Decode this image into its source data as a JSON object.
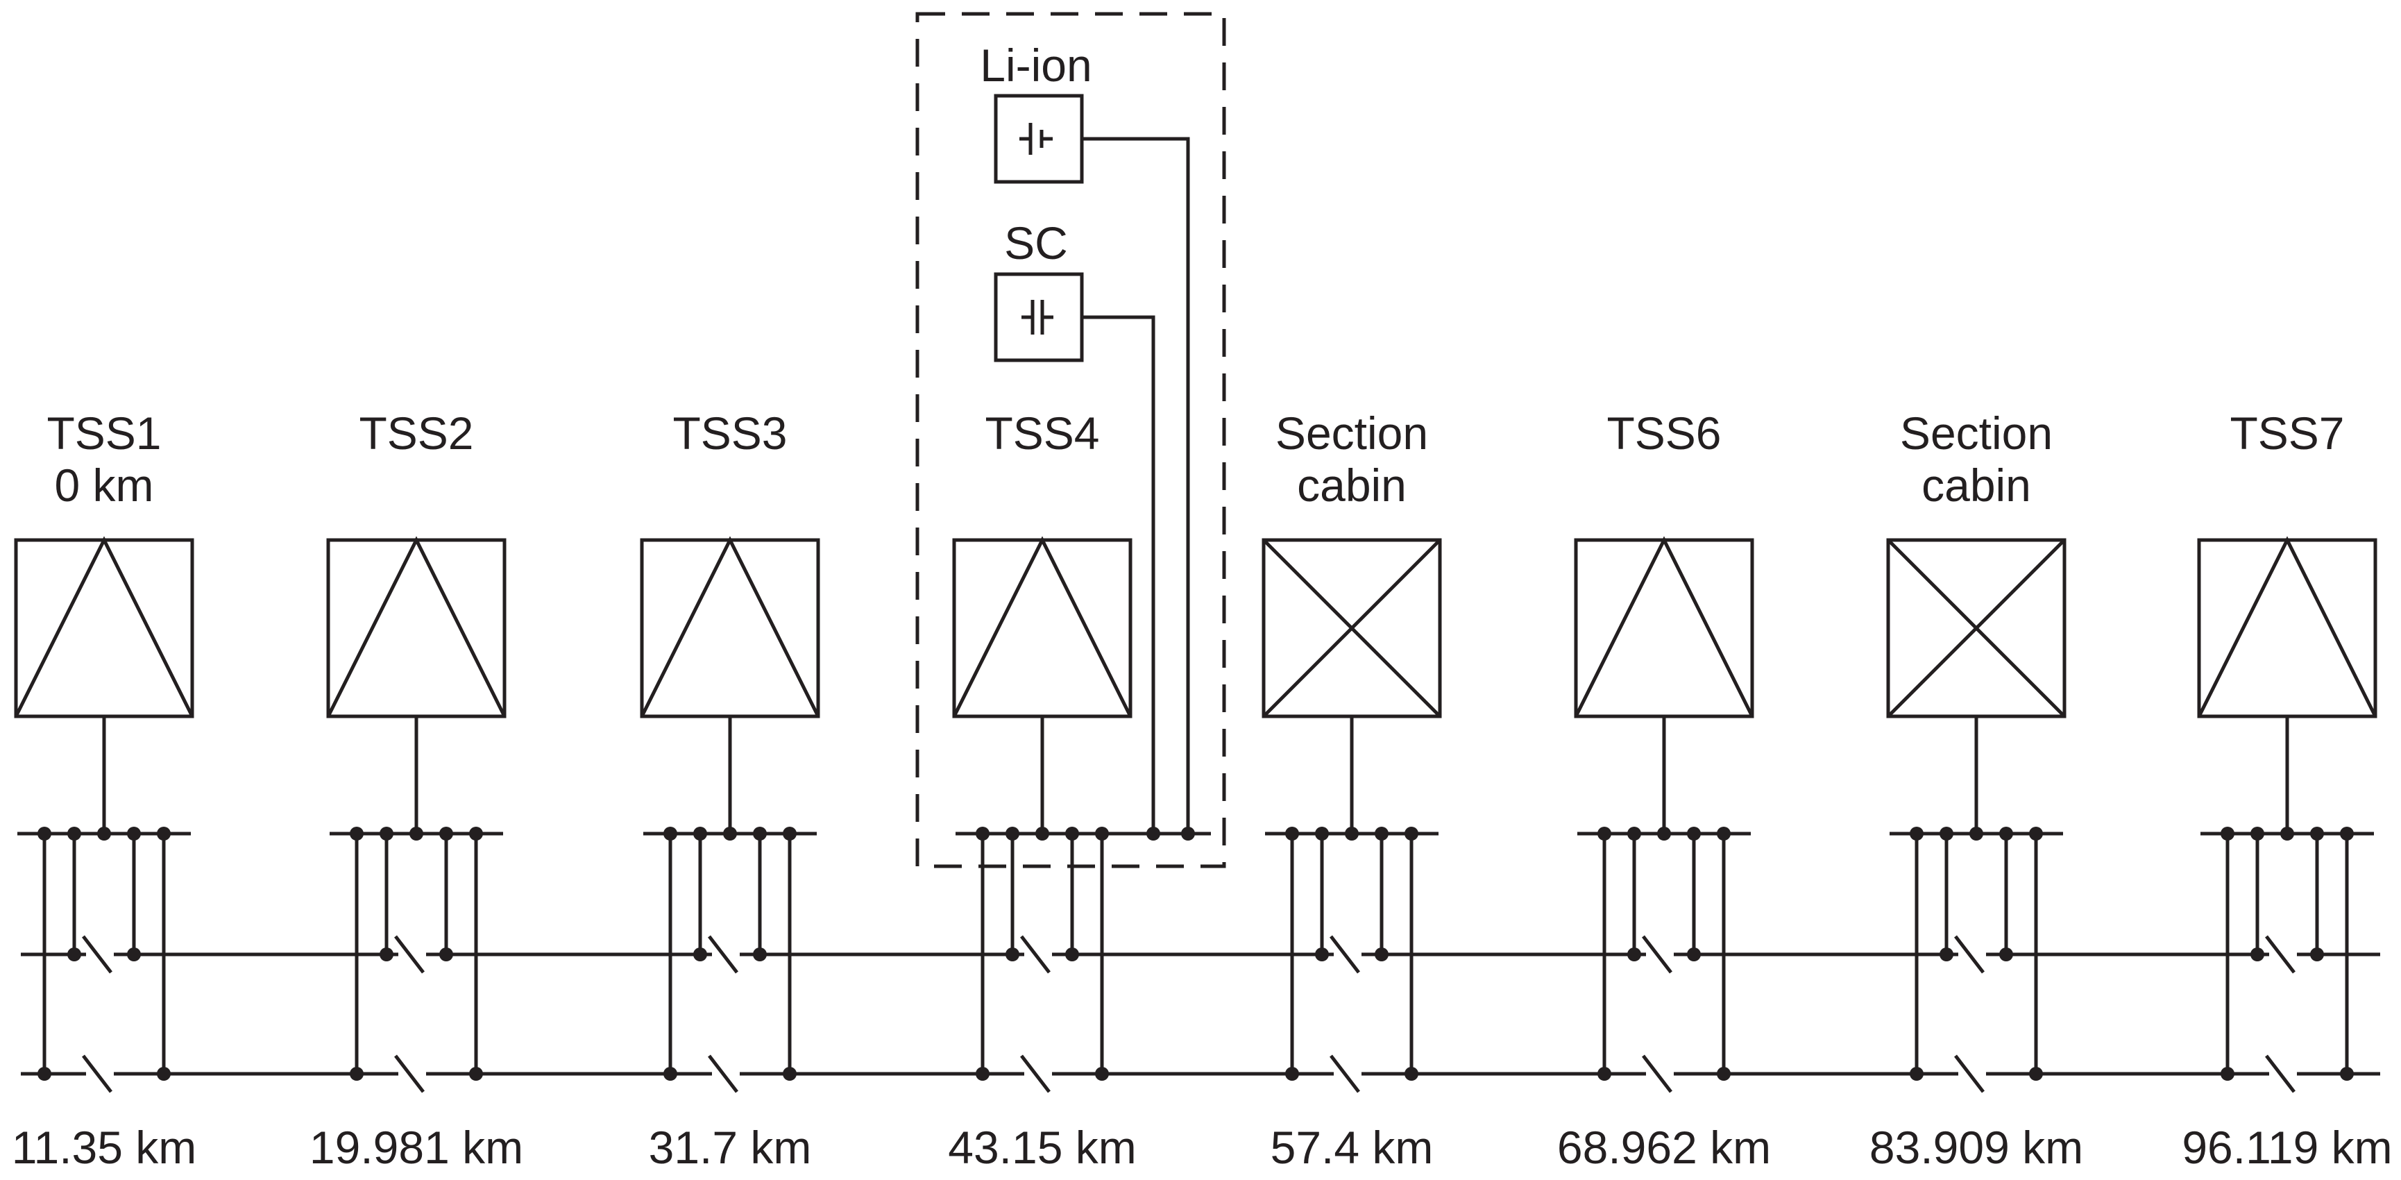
{
  "stations": [
    {
      "name": "TSS1",
      "sub": "0 km",
      "type": "tss",
      "km": "11.35 km"
    },
    {
      "name": "TSS2",
      "sub": "",
      "type": "tss",
      "km": "19.981 km"
    },
    {
      "name": "TSS3",
      "sub": "",
      "type": "tss",
      "km": "31.7 km"
    },
    {
      "name": "TSS4",
      "sub": "",
      "type": "tss",
      "km": "43.15 km"
    },
    {
      "name": "Section",
      "sub": "cabin",
      "type": "cabin",
      "km": "57.4 km"
    },
    {
      "name": "TSS6",
      "sub": "",
      "type": "tss",
      "km": "68.962 km"
    },
    {
      "name": "Section",
      "sub": "cabin",
      "type": "cabin",
      "km": "83.909 km"
    },
    {
      "name": "TSS7",
      "sub": "",
      "type": "tss",
      "km": "96.119 km"
    }
  ],
  "storage": {
    "battery_label": "Li-ion",
    "sc_label": "SC",
    "battery_icon": "battery-icon",
    "sc_icon": "capacitor-icon"
  }
}
